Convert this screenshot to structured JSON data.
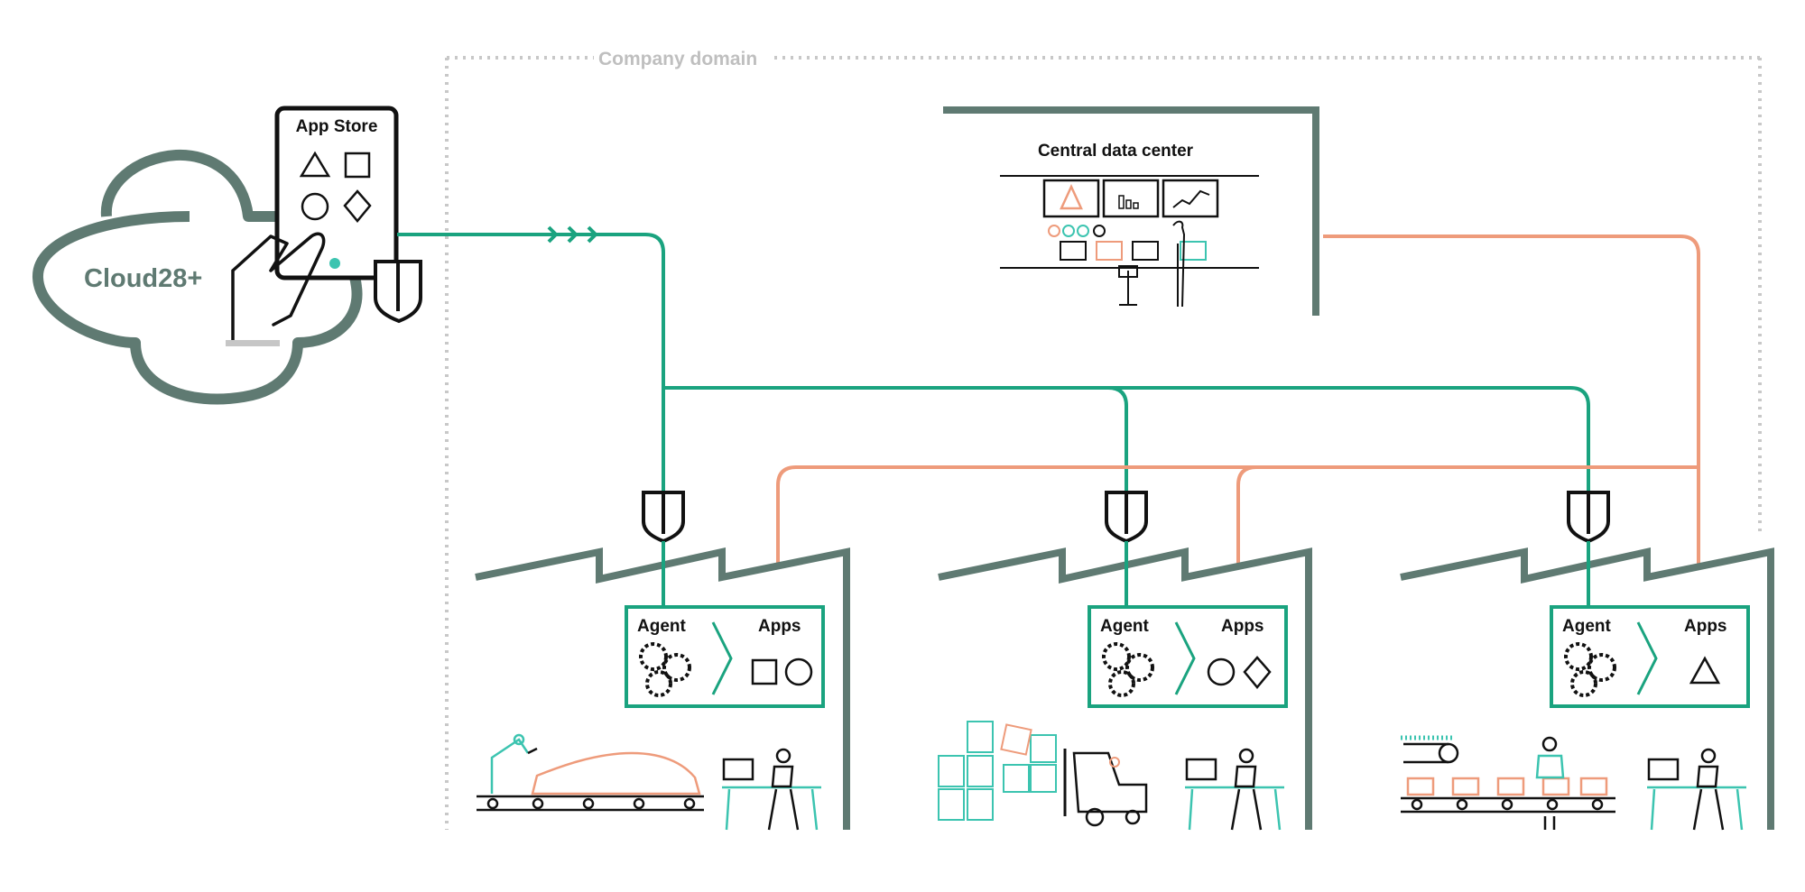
{
  "diagram": {
    "domain_label": "Company domain",
    "cloud_label": "Cloud28+",
    "appstore_title": "App Store",
    "datacenter_title": "Central data center",
    "plants": [
      {
        "agent_label": "Agent",
        "apps_label": "Apps"
      },
      {
        "agent_label": "Agent",
        "apps_label": "Apps"
      },
      {
        "agent_label": "Agent",
        "apps_label": "Apps"
      }
    ],
    "colors": {
      "green": "#1aa37f",
      "orange": "#ee9b7b",
      "wall": "#5f7a72",
      "teal_light": "#3cc4b0",
      "dotted": "#c8c8c8",
      "ink": "#111111"
    }
  }
}
